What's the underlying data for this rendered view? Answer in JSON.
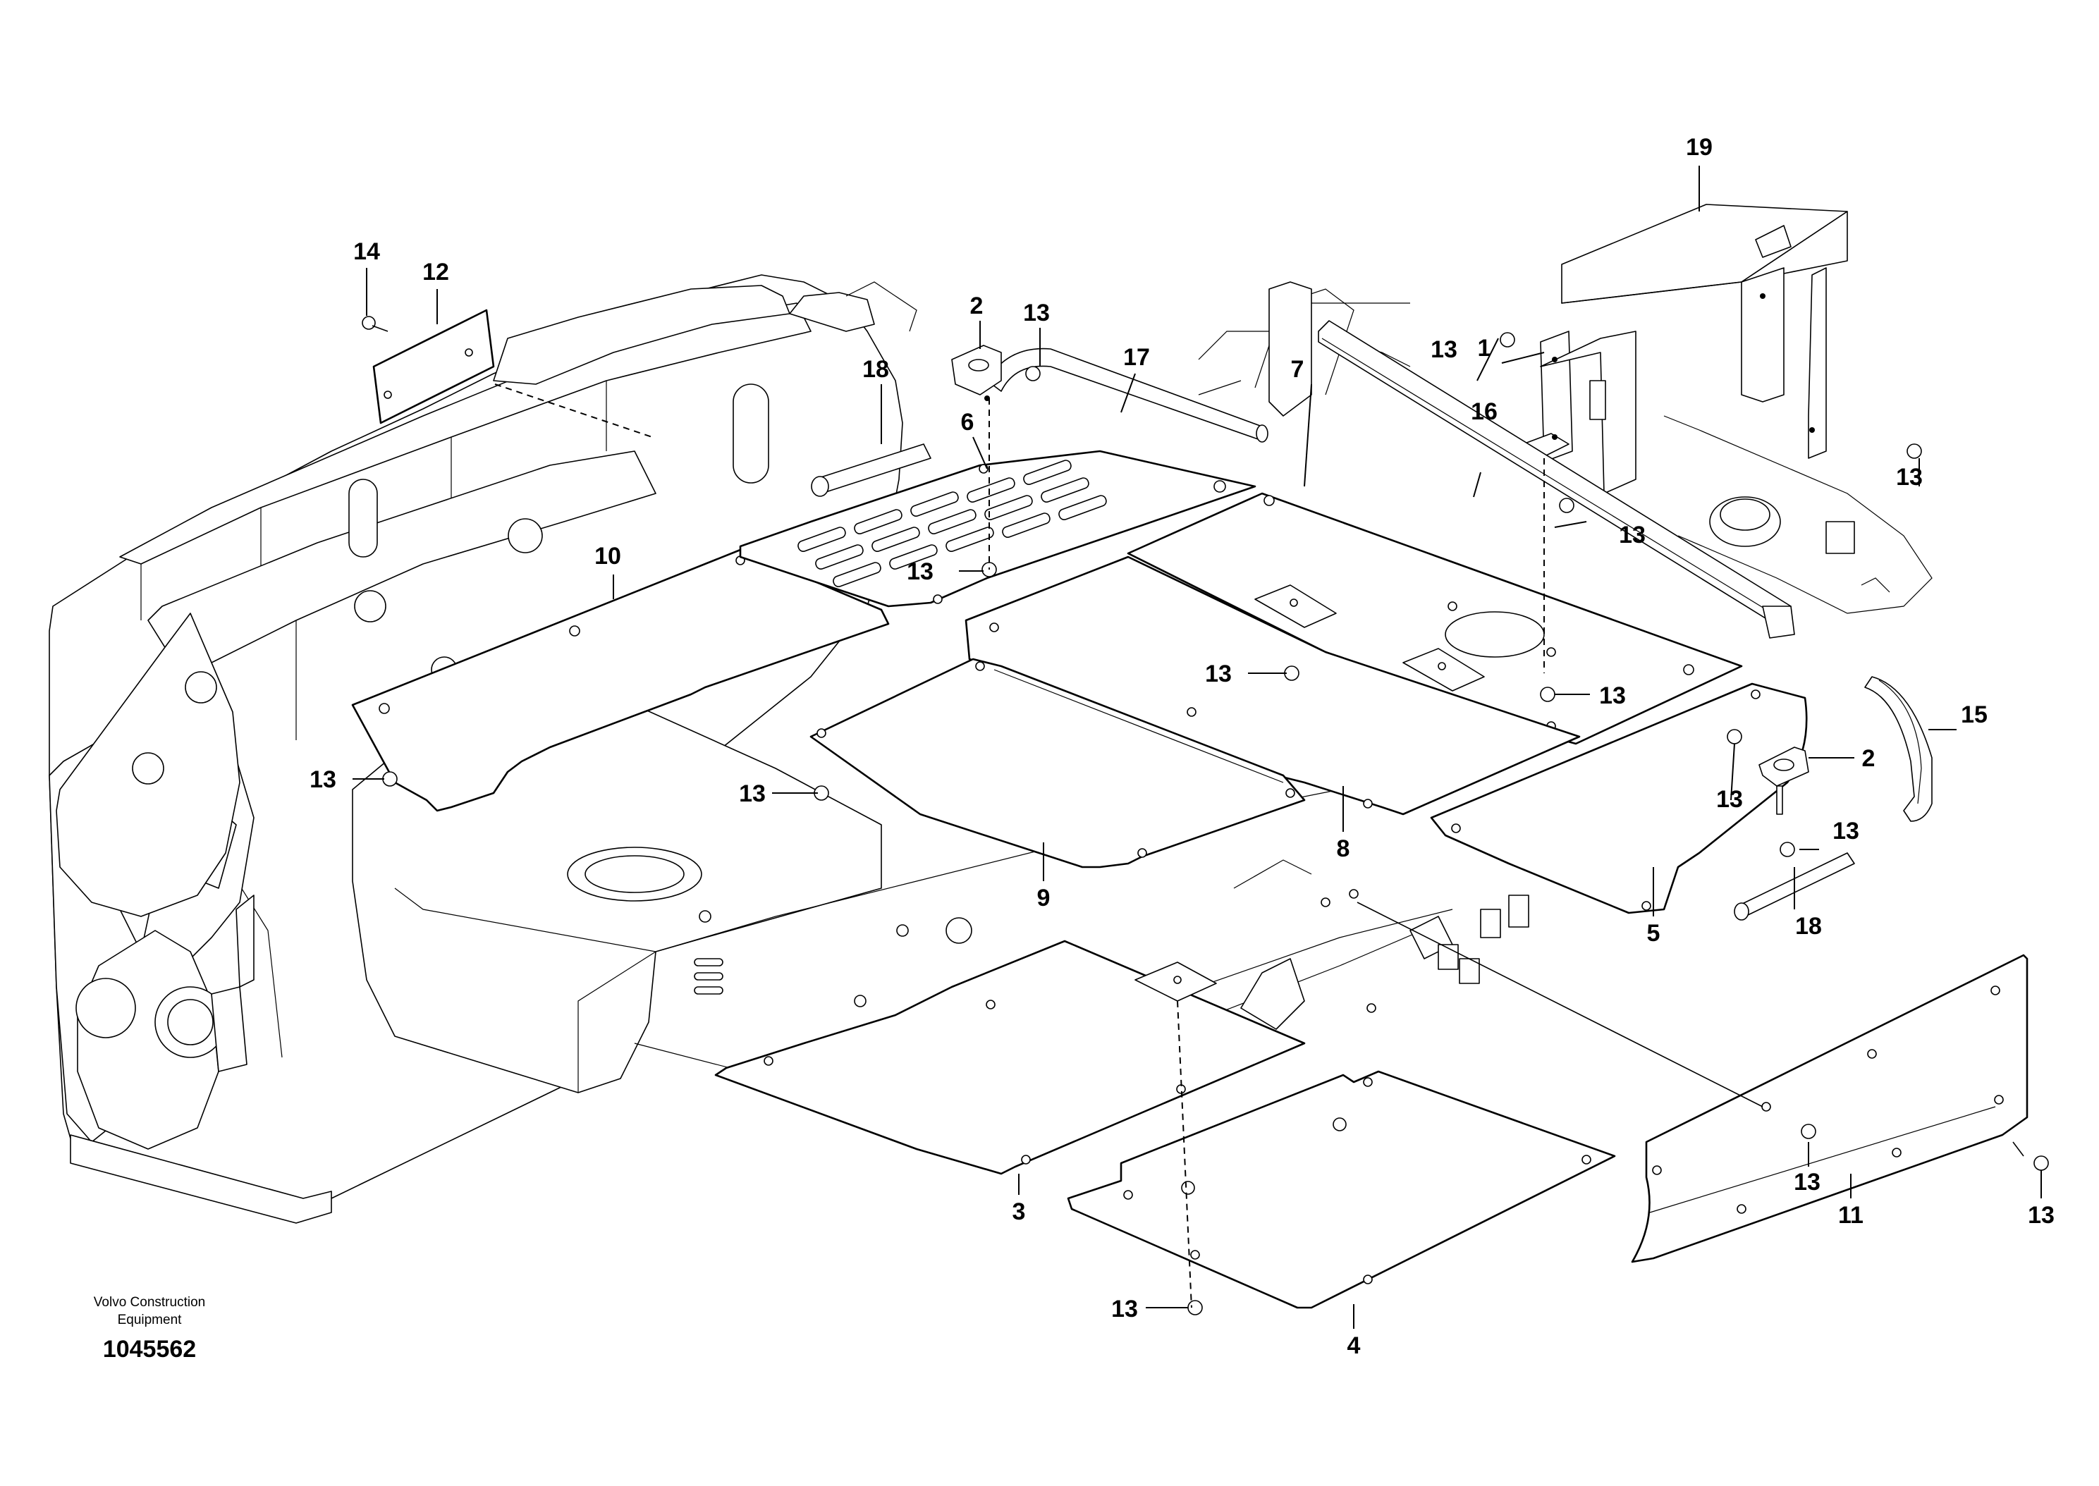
{
  "callouts": {
    "c1": "1",
    "c2": "2",
    "c3": "3",
    "c4": "4",
    "c5": "5",
    "c6": "6",
    "c7": "7",
    "c8": "8",
    "c9": "9",
    "c10": "10",
    "c11": "11",
    "c12": "12",
    "c13": "13",
    "c14": "14",
    "c15": "15",
    "c16": "16",
    "c17": "17",
    "c18": "18",
    "c19": "19"
  },
  "watermark": {
    "line1": "Volvo Construction",
    "line2": "Equipment",
    "number": "1045562"
  }
}
